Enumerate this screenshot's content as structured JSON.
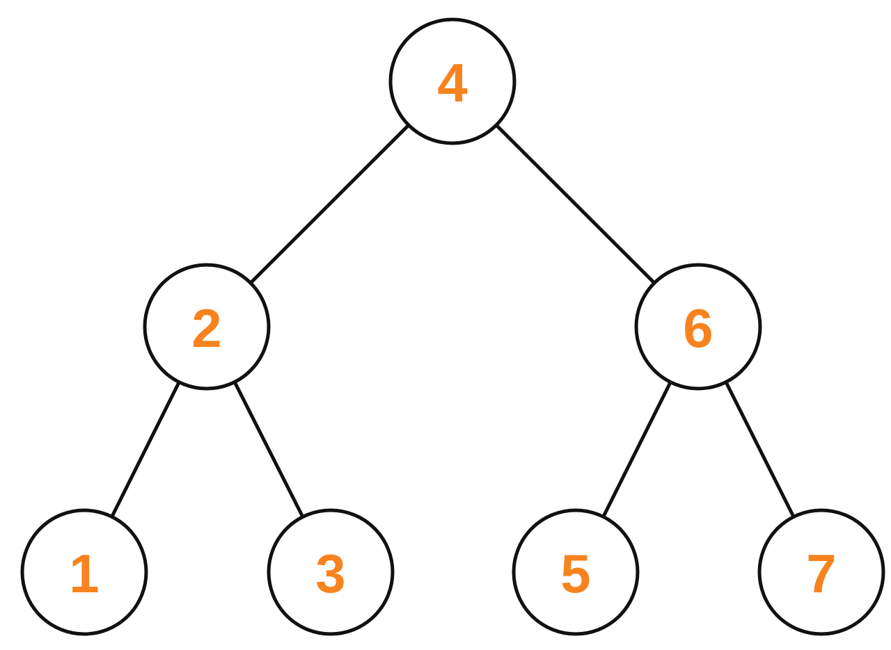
{
  "diagram": {
    "type": "binary-tree",
    "colors": {
      "label": "#F7831E",
      "stroke": "#111111",
      "fill": "#ffffff"
    },
    "nodes": [
      {
        "id": "n4",
        "label": "4"
      },
      {
        "id": "n2",
        "label": "2"
      },
      {
        "id": "n6",
        "label": "6"
      },
      {
        "id": "n1",
        "label": "1"
      },
      {
        "id": "n3",
        "label": "3"
      },
      {
        "id": "n5",
        "label": "5"
      },
      {
        "id": "n7",
        "label": "7"
      }
    ],
    "edges": [
      {
        "from": "n4",
        "to": "n2"
      },
      {
        "from": "n4",
        "to": "n6"
      },
      {
        "from": "n2",
        "to": "n1"
      },
      {
        "from": "n2",
        "to": "n3"
      },
      {
        "from": "n6",
        "to": "n5"
      },
      {
        "from": "n6",
        "to": "n7"
      }
    ]
  }
}
